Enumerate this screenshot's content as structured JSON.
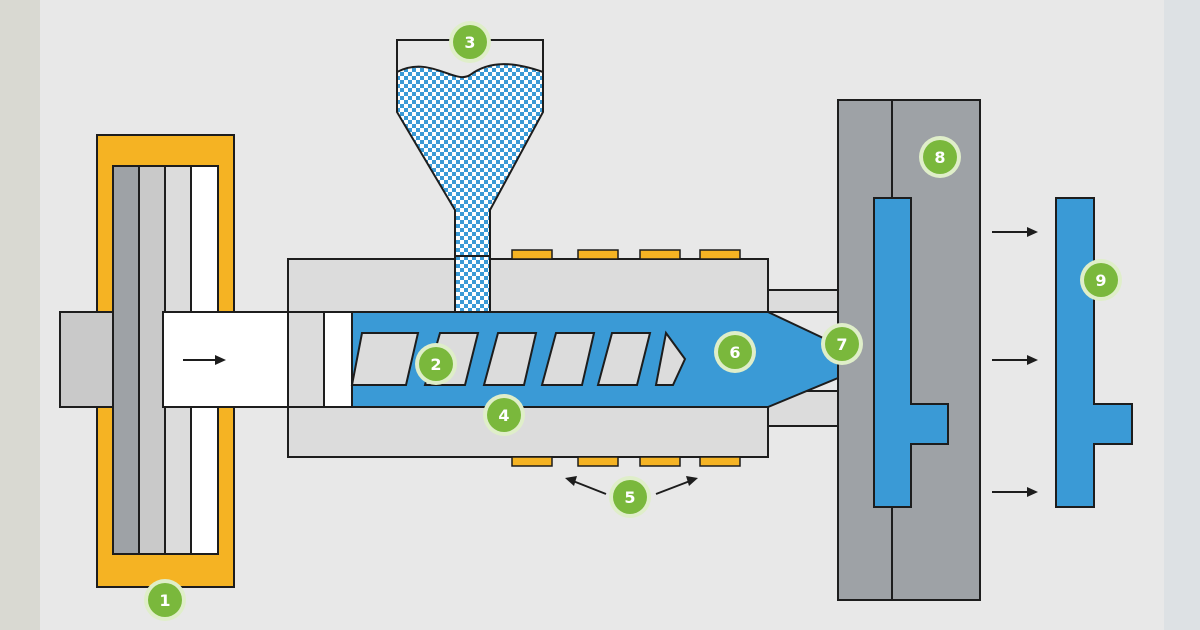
{
  "colors": {
    "background": "#e8e8e8",
    "side_panel_left": "#d9d9d2",
    "side_panel_right": "#dde1e4",
    "outline": "#1d1d1d",
    "clamp_orange": "#f5b323",
    "dark_gray": "#9ea2a6",
    "mid_gray": "#c9c9c9",
    "light_gray": "#dcdcdc",
    "white": "#ffffff",
    "melt_blue": "#3a9ad6",
    "heater_yellow": "#f5b323",
    "badge_green": "#7ab83c",
    "badge_ring": "#dfeec9"
  },
  "badges": [
    {
      "id": "1",
      "label": "1"
    },
    {
      "id": "2",
      "label": "2"
    },
    {
      "id": "3",
      "label": "3"
    },
    {
      "id": "4",
      "label": "4"
    },
    {
      "id": "5",
      "label": "5"
    },
    {
      "id": "6",
      "label": "6"
    },
    {
      "id": "7",
      "label": "7"
    },
    {
      "id": "8",
      "label": "8"
    },
    {
      "id": "9",
      "label": "9"
    }
  ],
  "icons": {
    "arrow": "arrow-right-icon",
    "badge": "number-badge-icon"
  }
}
